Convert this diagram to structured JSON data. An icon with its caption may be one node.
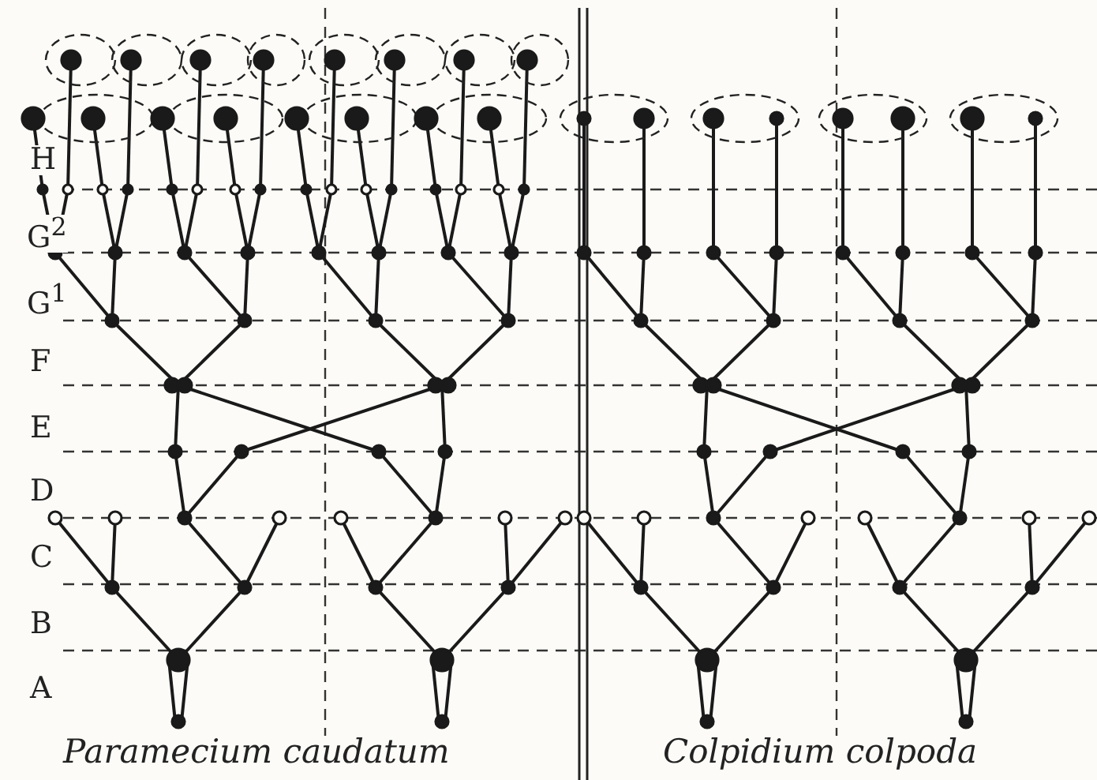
{
  "diagram": {
    "labels": [
      "H",
      "G$^{2}$",
      "G$^{1}$",
      "F",
      "E",
      "D",
      "C",
      "B",
      "A",
      "Paramecium caudatum",
      "Colpidium colpoda"
    ]
  }
}
